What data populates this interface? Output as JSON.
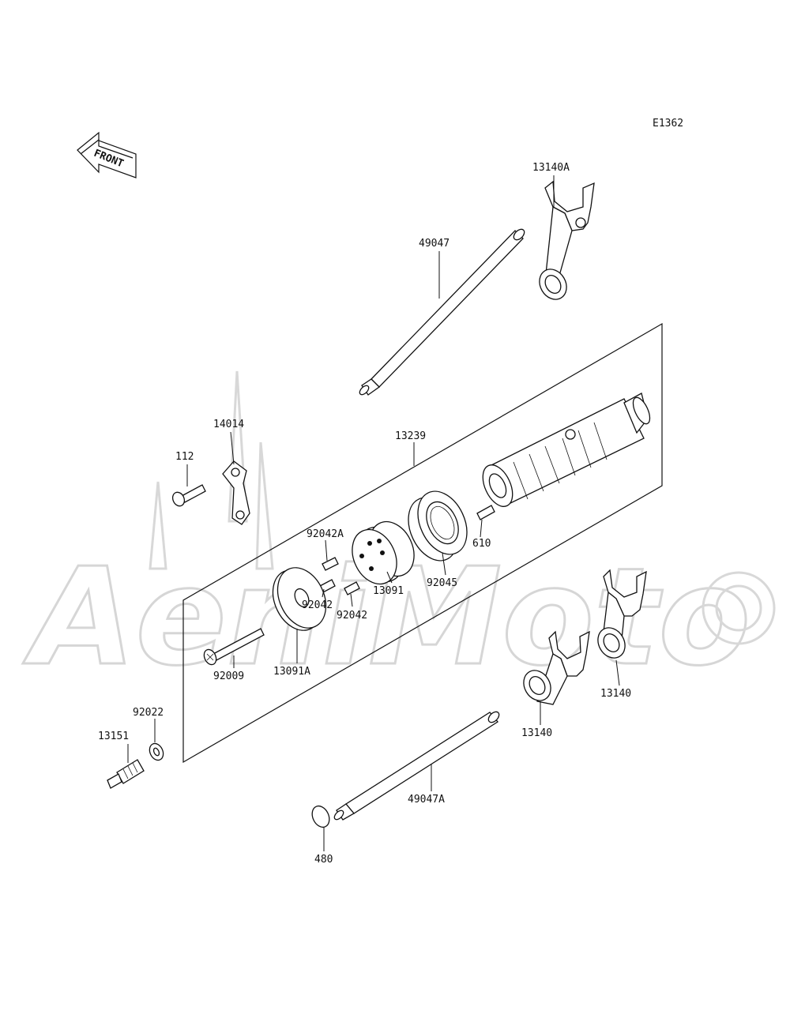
{
  "diagram_code": "E1362",
  "front_arrow_label": "FRONT",
  "watermark_text": "AeniMoto",
  "callouts": {
    "fork_top": "13140A",
    "shaft_top": "49047",
    "plate": "14014",
    "bolt_small": "112",
    "drum_assy": "13239",
    "pin_a": "92042A",
    "pin_b": "92042",
    "pin_c": "92042",
    "pin_610": "610",
    "bearing": "92045",
    "cam": "13091",
    "cam_plate": "13091A",
    "screw": "92009",
    "washer": "92022",
    "switch": "13151",
    "fork_low_left": "13140",
    "fork_low_right": "13140",
    "shaft_low": "49047A",
    "circlip": "480"
  }
}
